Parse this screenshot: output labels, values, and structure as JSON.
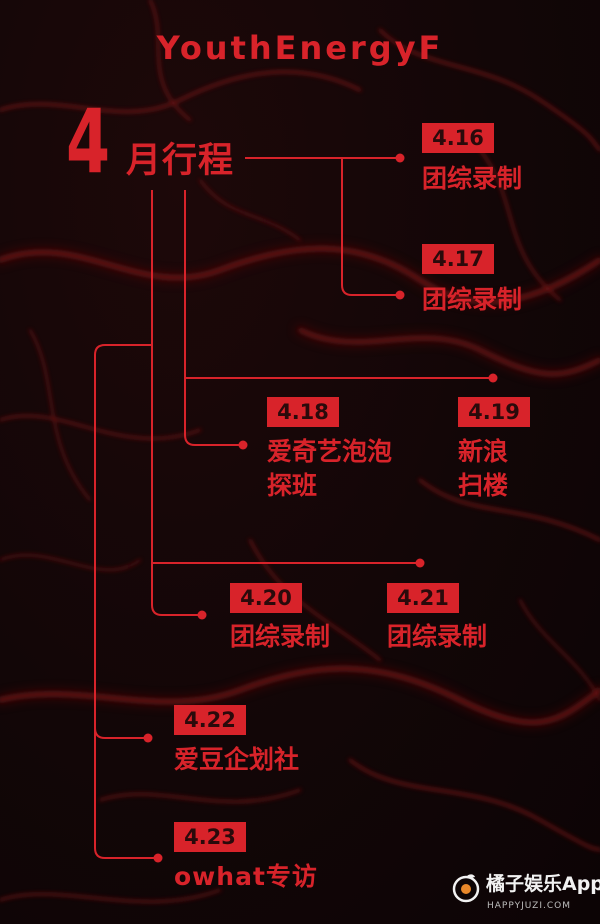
{
  "title": "YouthEnergyF",
  "heading": {
    "number": "4",
    "text": "月行程"
  },
  "events": [
    {
      "date": "4.16",
      "lines": [
        "团综录制"
      ]
    },
    {
      "date": "4.17",
      "lines": [
        "团综录制"
      ]
    },
    {
      "date": "4.18",
      "lines": [
        "爱奇艺泡泡",
        "探班"
      ]
    },
    {
      "date": "4.19",
      "lines": [
        "新浪",
        "扫楼"
      ]
    },
    {
      "date": "4.20",
      "lines": [
        "团综录制"
      ]
    },
    {
      "date": "4.21",
      "lines": [
        "团综录制"
      ]
    },
    {
      "date": "4.22",
      "lines": [
        "爱豆企划社"
      ]
    },
    {
      "date": "4.23",
      "lines": [
        "owhat专访"
      ]
    }
  ],
  "watermark": {
    "name": "橘子娱乐App",
    "site": "HAPPYJUZI.COM",
    "icon": "juzi-logo-icon"
  },
  "colors": {
    "accent": "#d8232a",
    "ink": "#2a0a0b",
    "background": "#120607"
  }
}
